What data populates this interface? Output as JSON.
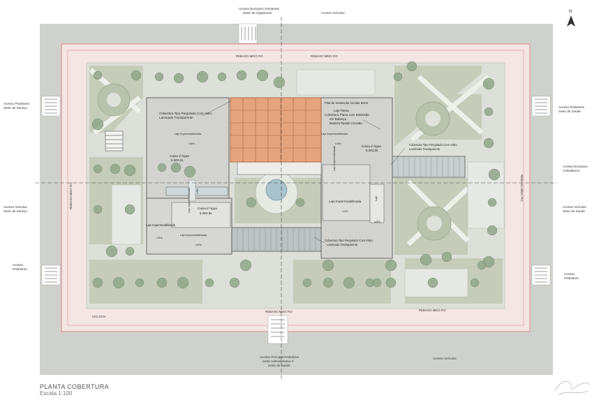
{
  "title": "PLANTA COBERTURA",
  "scale": "Escala 1:100",
  "north": "N",
  "colors": {
    "site": "#d9ddd4",
    "street": "#c8ccc6",
    "sidewalk": "#f1e3e1",
    "curb": "#e0a8a8",
    "lawn": "#c3cbb8",
    "roof": "#cfd0cc",
    "pergola": "#d98a5a",
    "tree": "#8fa68a"
  },
  "access_labels": {
    "top_left": [
      "Acesso Exclusivo Gestantes",
      "Setor de Alojamento"
    ],
    "top_right": [
      "Acesso Veículos"
    ],
    "left_top": [
      "Acesso Pedestres",
      "Setor de Serviço"
    ],
    "left_mid": [
      "Acesso Veículos",
      "Setor de Serviço"
    ],
    "left_bottom": [
      "Acesso",
      "Pedestres"
    ],
    "right_top": [
      "Acesso Pedestres",
      "Setor de Saúde"
    ],
    "right_mid1": [
      "Acesso Exclusivo",
      "Ambulância"
    ],
    "right_mid2": [
      "Acesso Veículos",
      "Setor de Saúde"
    ],
    "right_bottom": [
      "Acesso",
      "Pedestres"
    ],
    "bottom_center": [
      "Acesso Principal Pedestres",
      "Setor Administrativo e",
      "Setor de Saúde"
    ],
    "bottom_right": [
      "Acesso Veículos"
    ]
  },
  "street_labels": {
    "top_left": "REBAIXO MEIO FIO",
    "top_right": "REBAIXO MEIO FIO",
    "left": "REBAIXO MEIO FIO",
    "right": "REBAIXO MEIO FIO",
    "bottom_center": "REBAIXO MEIO FIO",
    "bottom_right": "REBAIXO MEIO FIO",
    "bottom_left": "CICLOVIA"
  },
  "roof_labels": {
    "pergola_left": [
      "Cobertura Tipo Pergolado Com Vidro",
      "Laminado Transparente"
    ],
    "slab_left": "Laje Impermeabilizada",
    "slope_left_1": "i=5%",
    "tank_left": [
      "Caixa d´Água",
      "5.000,lts"
    ],
    "slab_left_2": "Laje Impermeabilizada",
    "slope_left_2": "i=5%",
    "tank_mid": [
      "Caixa d´Água",
      "5.000,lts"
    ],
    "slab_mid": "Laje Impermeabilizada",
    "slope_mid": "i=5%",
    "slab_vert_1": "Laje Impermeabilizada",
    "slope_vert": "i=5%",
    "slab_vert_2": "Laje Impermeabilizada",
    "pillar": "Pilar de Sustenção Circular 60cm",
    "flat_slab": [
      "Laje Plana",
      "Cobertura Plana com Extensão",
      "em Balanço",
      "Madeira Ripada Cruzada"
    ],
    "slab_right_top": "Laje Impermeabilizada",
    "slope_right_top": "i=5%",
    "tank_right": [
      "Caixa d´Água",
      "5.000,lts"
    ],
    "pergola_right": [
      "Cobertura Tipo Pergolado Com Vidro",
      "Laminado Transparente"
    ],
    "slab_right": "Laje Impermeabilizada",
    "slope_right": "i=5%",
    "slab_right_vert": "Laje",
    "slope_right_2": "i=5%",
    "pergola_bottom": [
      "Cobertura Tipo Pergolado Com Vidro",
      "Laminado Transparente"
    ]
  }
}
